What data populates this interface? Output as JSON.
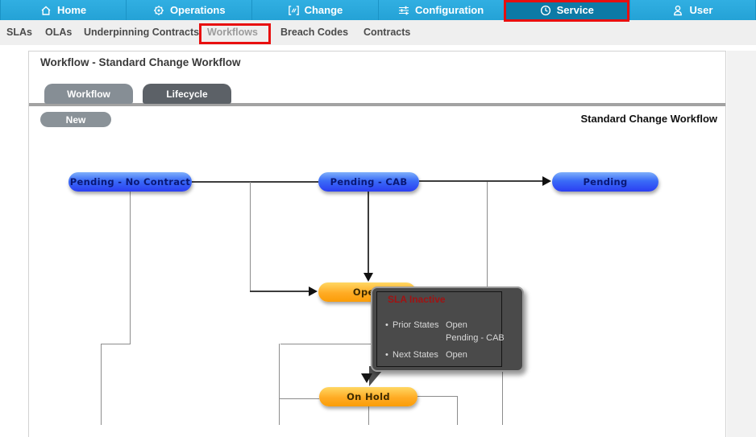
{
  "nav": {
    "bg_color": "#29a9df",
    "selected_bg": "#0d7aa6",
    "highlight_color": "#e80f0f",
    "items": [
      {
        "label": "Home",
        "icon": "home-icon",
        "selected": false
      },
      {
        "label": "Operations",
        "icon": "operations-icon",
        "selected": false
      },
      {
        "label": "Change",
        "icon": "change-icon",
        "selected": false
      },
      {
        "label": "Configuration",
        "icon": "configuration-icon",
        "selected": false
      },
      {
        "label": "Service",
        "icon": "service-icon",
        "selected": true,
        "highlighted": true
      },
      {
        "label": "User",
        "icon": "user-icon",
        "selected": false
      }
    ]
  },
  "submenu": {
    "items": [
      {
        "label": "SLAs",
        "active": false
      },
      {
        "label": "OLAs",
        "active": false
      },
      {
        "label": "Underpinning Contracts",
        "active": false
      },
      {
        "label": "Workflows",
        "active": true,
        "highlighted": true
      },
      {
        "label": "Breach Codes",
        "active": false
      },
      {
        "label": "Contracts",
        "active": false
      }
    ]
  },
  "content": {
    "title": "Workflow - Standard Change Workflow",
    "tabs": [
      {
        "label": "Workflow",
        "selected": true
      },
      {
        "label": "Lifecycle",
        "selected": false
      }
    ],
    "new_button": "New",
    "workflow_name": "Standard Change Workflow"
  },
  "diagram": {
    "nodes": [
      {
        "label": "Pending - No Contract",
        "type": "blue"
      },
      {
        "label": "Pending - CAB",
        "type": "blue"
      },
      {
        "label": "Pending",
        "type": "blue"
      },
      {
        "label": "Open",
        "type": "orange"
      },
      {
        "label": "On Hold",
        "type": "orange"
      }
    ],
    "node_colors": {
      "blue": "#2b50f5",
      "orange": "#ffa41b"
    },
    "tooltip": {
      "title": "SLA Inactive",
      "title_color": "#a01313",
      "bg_color": "#4a4a4a",
      "rows": [
        {
          "label": "Prior States",
          "values": [
            "Open",
            "Pending - CAB"
          ]
        },
        {
          "label": "Next States",
          "values": [
            "Open"
          ]
        }
      ],
      "bullet": "•"
    }
  }
}
